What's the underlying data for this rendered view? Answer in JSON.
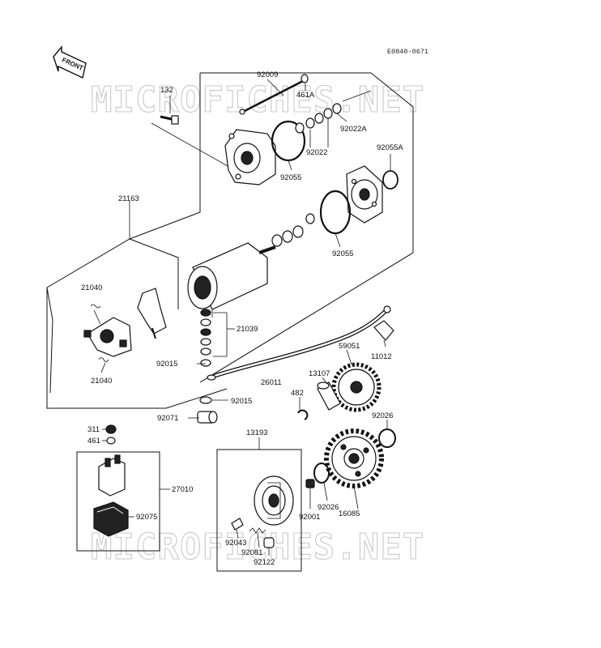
{
  "diagram_code": "E0840-0671",
  "front_label": "FRONT",
  "watermark": "MICROFICHES.NET",
  "parts": [
    {
      "id": "p92009",
      "label": "92009"
    },
    {
      "id": "p461a",
      "label": "461A"
    },
    {
      "id": "p132",
      "label": "132"
    },
    {
      "id": "p92022a",
      "label": "92022A"
    },
    {
      "id": "p92022",
      "label": "92022"
    },
    {
      "id": "p92055a",
      "label": "92055A"
    },
    {
      "id": "p92055_top",
      "label": "92055"
    },
    {
      "id": "p21163",
      "label": "21163"
    },
    {
      "id": "p92055_mid",
      "label": "92055"
    },
    {
      "id": "p21040_top",
      "label": "21040"
    },
    {
      "id": "p21039",
      "label": "21039"
    },
    {
      "id": "p11012",
      "label": "11012"
    },
    {
      "id": "p59051",
      "label": "59051"
    },
    {
      "id": "p92015_a",
      "label": "92015"
    },
    {
      "id": "p21040_bot",
      "label": "21040"
    },
    {
      "id": "p26011",
      "label": "26011"
    },
    {
      "id": "p13107",
      "label": "13107"
    },
    {
      "id": "p482",
      "label": "482"
    },
    {
      "id": "p92015_b",
      "label": "92015"
    },
    {
      "id": "p92071",
      "label": "92071"
    },
    {
      "id": "p92026_r",
      "label": "92026"
    },
    {
      "id": "p311",
      "label": "311"
    },
    {
      "id": "p461",
      "label": "461"
    },
    {
      "id": "p13193",
      "label": "13193"
    },
    {
      "id": "p27010",
      "label": "27010"
    },
    {
      "id": "p92026_m",
      "label": "92026"
    },
    {
      "id": "p92001",
      "label": "92001"
    },
    {
      "id": "p16085",
      "label": "16085"
    },
    {
      "id": "p92075",
      "label": "92075"
    },
    {
      "id": "p92043",
      "label": "92043"
    },
    {
      "id": "p92081",
      "label": "92081"
    },
    {
      "id": "p92122",
      "label": "92122"
    }
  ]
}
